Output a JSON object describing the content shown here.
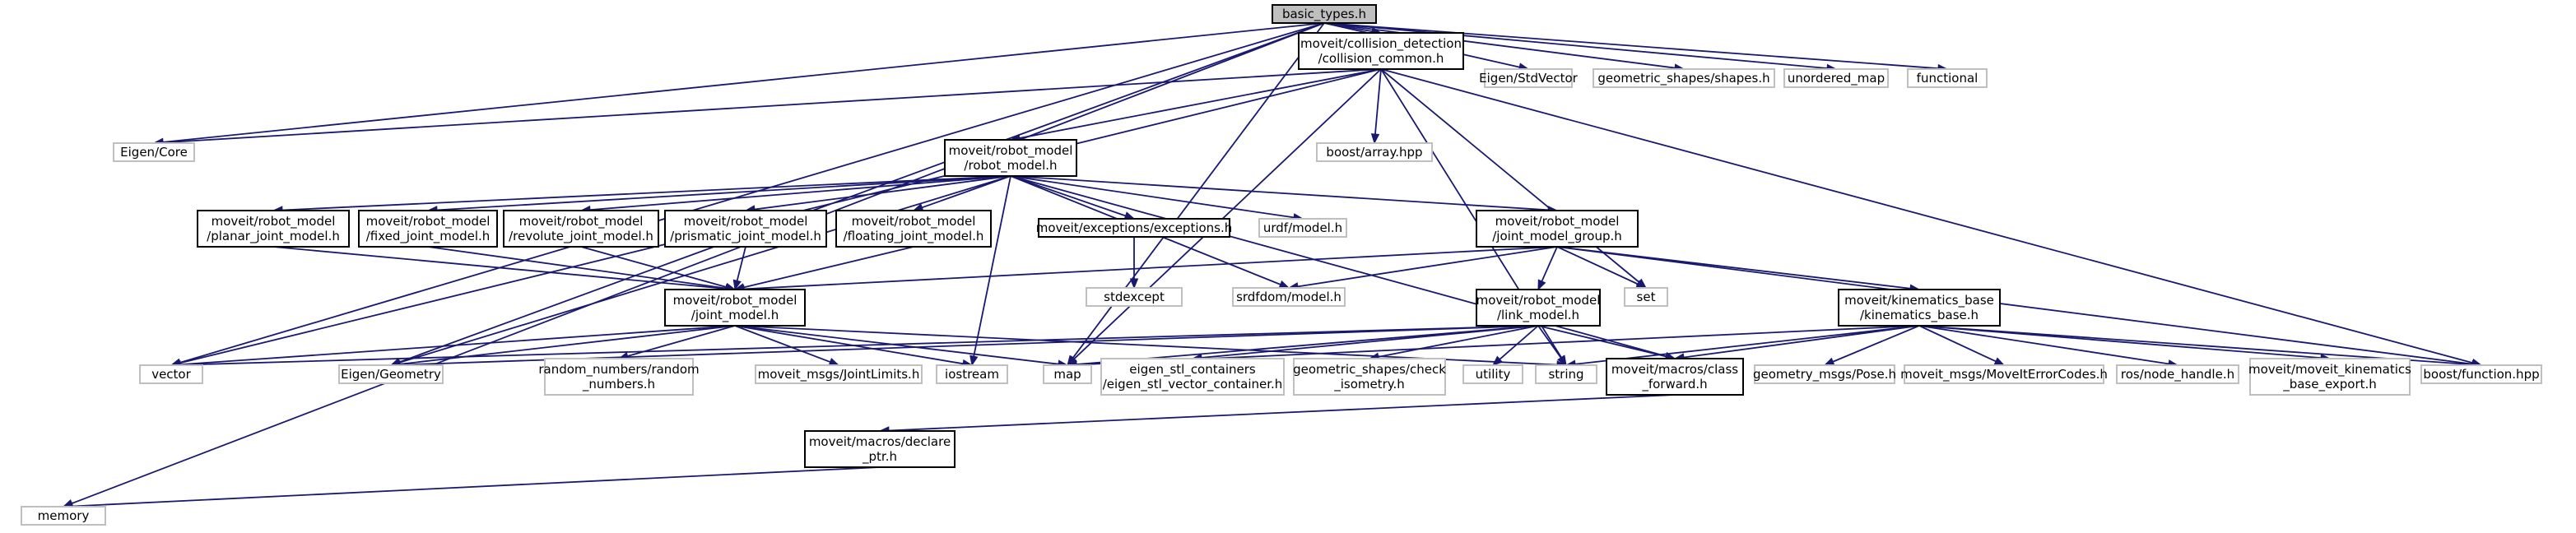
{
  "diagram": {
    "colors": {
      "edge": "#191970",
      "root_fill": "#bfbfbf",
      "node_border": "#000000",
      "external_border": "#bfbfbf",
      "background": "#ffffff"
    },
    "nodes": [
      {
        "id": "basic_types",
        "lines": [
          "basic_types.h"
        ],
        "kind": "root"
      },
      {
        "id": "collision_common",
        "lines": [
          "moveit/collision_detection",
          "/collision_common.h"
        ],
        "kind": "std"
      },
      {
        "id": "eigen_stdvector",
        "lines": [
          "Eigen/StdVector"
        ],
        "kind": "ext"
      },
      {
        "id": "geometric_shapes",
        "lines": [
          "geometric_shapes/shapes.h"
        ],
        "kind": "ext"
      },
      {
        "id": "unordered_map",
        "lines": [
          "unordered_map"
        ],
        "kind": "ext"
      },
      {
        "id": "functional",
        "lines": [
          "functional"
        ],
        "kind": "ext"
      },
      {
        "id": "eigen_core",
        "lines": [
          "Eigen/Core"
        ],
        "kind": "ext"
      },
      {
        "id": "robot_model",
        "lines": [
          "moveit/robot_model",
          "/robot_model.h"
        ],
        "kind": "std"
      },
      {
        "id": "boost_array",
        "lines": [
          "boost/array.hpp"
        ],
        "kind": "ext"
      },
      {
        "id": "planar_joint_model",
        "lines": [
          "moveit/robot_model",
          "/planar_joint_model.h"
        ],
        "kind": "std"
      },
      {
        "id": "fixed_joint_model",
        "lines": [
          "moveit/robot_model",
          "/fixed_joint_model.h"
        ],
        "kind": "std"
      },
      {
        "id": "revolute_joint_model",
        "lines": [
          "moveit/robot_model",
          "/revolute_joint_model.h"
        ],
        "kind": "std"
      },
      {
        "id": "prismatic_joint_model",
        "lines": [
          "moveit/robot_model",
          "/prismatic_joint_model.h"
        ],
        "kind": "std"
      },
      {
        "id": "floating_joint_model",
        "lines": [
          "moveit/robot_model",
          "/floating_joint_model.h"
        ],
        "kind": "std"
      },
      {
        "id": "exceptions",
        "lines": [
          "moveit/exceptions/exceptions.h"
        ],
        "kind": "std"
      },
      {
        "id": "urdf_model",
        "lines": [
          "urdf/model.h"
        ],
        "kind": "ext"
      },
      {
        "id": "joint_model_group",
        "lines": [
          "moveit/robot_model",
          "/joint_model_group.h"
        ],
        "kind": "std"
      },
      {
        "id": "stdexcept",
        "lines": [
          "stdexcept"
        ],
        "kind": "ext"
      },
      {
        "id": "srdfdom_model",
        "lines": [
          "srdfdom/model.h"
        ],
        "kind": "ext"
      },
      {
        "id": "set",
        "lines": [
          "set"
        ],
        "kind": "ext"
      },
      {
        "id": "kinematics_base",
        "lines": [
          "moveit/kinematics_base",
          "/kinematics_base.h"
        ],
        "kind": "std"
      },
      {
        "id": "joint_model",
        "lines": [
          "moveit/robot_model",
          "/joint_model.h"
        ],
        "kind": "std"
      },
      {
        "id": "link_model",
        "lines": [
          "moveit/robot_model",
          "/link_model.h"
        ],
        "kind": "std"
      },
      {
        "id": "vector",
        "lines": [
          "vector"
        ],
        "kind": "ext"
      },
      {
        "id": "eigen_geometry",
        "lines": [
          "Eigen/Geometry"
        ],
        "kind": "ext"
      },
      {
        "id": "random_numbers",
        "lines": [
          "random_numbers/random",
          "_numbers.h"
        ],
        "kind": "ext"
      },
      {
        "id": "joint_limits",
        "lines": [
          "moveit_msgs/JointLimits.h"
        ],
        "kind": "ext"
      },
      {
        "id": "iostream",
        "lines": [
          "iostream"
        ],
        "kind": "ext"
      },
      {
        "id": "map",
        "lines": [
          "map"
        ],
        "kind": "ext"
      },
      {
        "id": "eigen_stl",
        "lines": [
          "eigen_stl_containers",
          "/eigen_stl_vector_container.h"
        ],
        "kind": "ext"
      },
      {
        "id": "check_isometry",
        "lines": [
          "geometric_shapes/check",
          "_isometry.h"
        ],
        "kind": "ext"
      },
      {
        "id": "utility",
        "lines": [
          "utility"
        ],
        "kind": "ext"
      },
      {
        "id": "string",
        "lines": [
          "string"
        ],
        "kind": "ext"
      },
      {
        "id": "class_forward",
        "lines": [
          "moveit/macros/class",
          "_forward.h"
        ],
        "kind": "std"
      },
      {
        "id": "pose",
        "lines": [
          "geometry_msgs/Pose.h"
        ],
        "kind": "ext"
      },
      {
        "id": "moveit_error_codes",
        "lines": [
          "moveit_msgs/MoveItErrorCodes.h"
        ],
        "kind": "ext"
      },
      {
        "id": "node_handle",
        "lines": [
          "ros/node_handle.h"
        ],
        "kind": "ext"
      },
      {
        "id": "kinematics_export",
        "lines": [
          "moveit/moveit_kinematics",
          "_base_export.h"
        ],
        "kind": "ext"
      },
      {
        "id": "boost_function",
        "lines": [
          "boost/function.hpp"
        ],
        "kind": "ext"
      },
      {
        "id": "declare_ptr",
        "lines": [
          "moveit/macros/declare",
          "_ptr.h"
        ],
        "kind": "std"
      },
      {
        "id": "memory",
        "lines": [
          "memory"
        ],
        "kind": "ext"
      }
    ],
    "edges": [
      [
        "basic_types",
        "collision_common"
      ],
      [
        "basic_types",
        "eigen_stdvector"
      ],
      [
        "basic_types",
        "geometric_shapes"
      ],
      [
        "basic_types",
        "unordered_map"
      ],
      [
        "basic_types",
        "functional"
      ],
      [
        "basic_types",
        "eigen_core"
      ],
      [
        "basic_types",
        "vector"
      ],
      [
        "basic_types",
        "eigen_geometry"
      ],
      [
        "basic_types",
        "memory"
      ],
      [
        "basic_types",
        "map"
      ],
      [
        "collision_common",
        "eigen_core"
      ],
      [
        "collision_common",
        "robot_model"
      ],
      [
        "collision_common",
        "boost_array"
      ],
      [
        "collision_common",
        "vector"
      ],
      [
        "collision_common",
        "map"
      ],
      [
        "collision_common",
        "set"
      ],
      [
        "collision_common",
        "string"
      ],
      [
        "collision_common",
        "boost_function"
      ],
      [
        "robot_model",
        "planar_joint_model"
      ],
      [
        "robot_model",
        "fixed_joint_model"
      ],
      [
        "robot_model",
        "revolute_joint_model"
      ],
      [
        "robot_model",
        "prismatic_joint_model"
      ],
      [
        "robot_model",
        "floating_joint_model"
      ],
      [
        "robot_model",
        "exceptions"
      ],
      [
        "robot_model",
        "urdf_model"
      ],
      [
        "robot_model",
        "joint_model_group"
      ],
      [
        "robot_model",
        "srdfdom_model"
      ],
      [
        "robot_model",
        "iostream"
      ],
      [
        "robot_model",
        "eigen_geometry"
      ],
      [
        "robot_model",
        "class_forward"
      ],
      [
        "planar_joint_model",
        "joint_model"
      ],
      [
        "fixed_joint_model",
        "joint_model"
      ],
      [
        "revolute_joint_model",
        "joint_model"
      ],
      [
        "prismatic_joint_model",
        "joint_model"
      ],
      [
        "floating_joint_model",
        "joint_model"
      ],
      [
        "exceptions",
        "stdexcept"
      ],
      [
        "joint_model_group",
        "joint_model"
      ],
      [
        "joint_model_group",
        "link_model"
      ],
      [
        "joint_model_group",
        "srdfdom_model"
      ],
      [
        "joint_model_group",
        "set"
      ],
      [
        "joint_model_group",
        "kinematics_base"
      ],
      [
        "joint_model_group",
        "boost_function"
      ],
      [
        "joint_model",
        "vector"
      ],
      [
        "joint_model",
        "eigen_geometry"
      ],
      [
        "joint_model",
        "random_numbers"
      ],
      [
        "joint_model",
        "joint_limits"
      ],
      [
        "joint_model",
        "iostream"
      ],
      [
        "joint_model",
        "map"
      ],
      [
        "joint_model",
        "string"
      ],
      [
        "link_model",
        "vector"
      ],
      [
        "link_model",
        "eigen_geometry"
      ],
      [
        "link_model",
        "map"
      ],
      [
        "link_model",
        "eigen_stl"
      ],
      [
        "link_model",
        "check_isometry"
      ],
      [
        "link_model",
        "utility"
      ],
      [
        "link_model",
        "string"
      ],
      [
        "link_model",
        "class_forward"
      ],
      [
        "kinematics_base",
        "string"
      ],
      [
        "kinematics_base",
        "class_forward"
      ],
      [
        "kinematics_base",
        "pose"
      ],
      [
        "kinematics_base",
        "moveit_error_codes"
      ],
      [
        "kinematics_base",
        "node_handle"
      ],
      [
        "kinematics_base",
        "kinematics_export"
      ],
      [
        "kinematics_base",
        "boost_function"
      ],
      [
        "kinematics_base",
        "map"
      ],
      [
        "class_forward",
        "declare_ptr"
      ],
      [
        "declare_ptr",
        "memory"
      ]
    ]
  }
}
